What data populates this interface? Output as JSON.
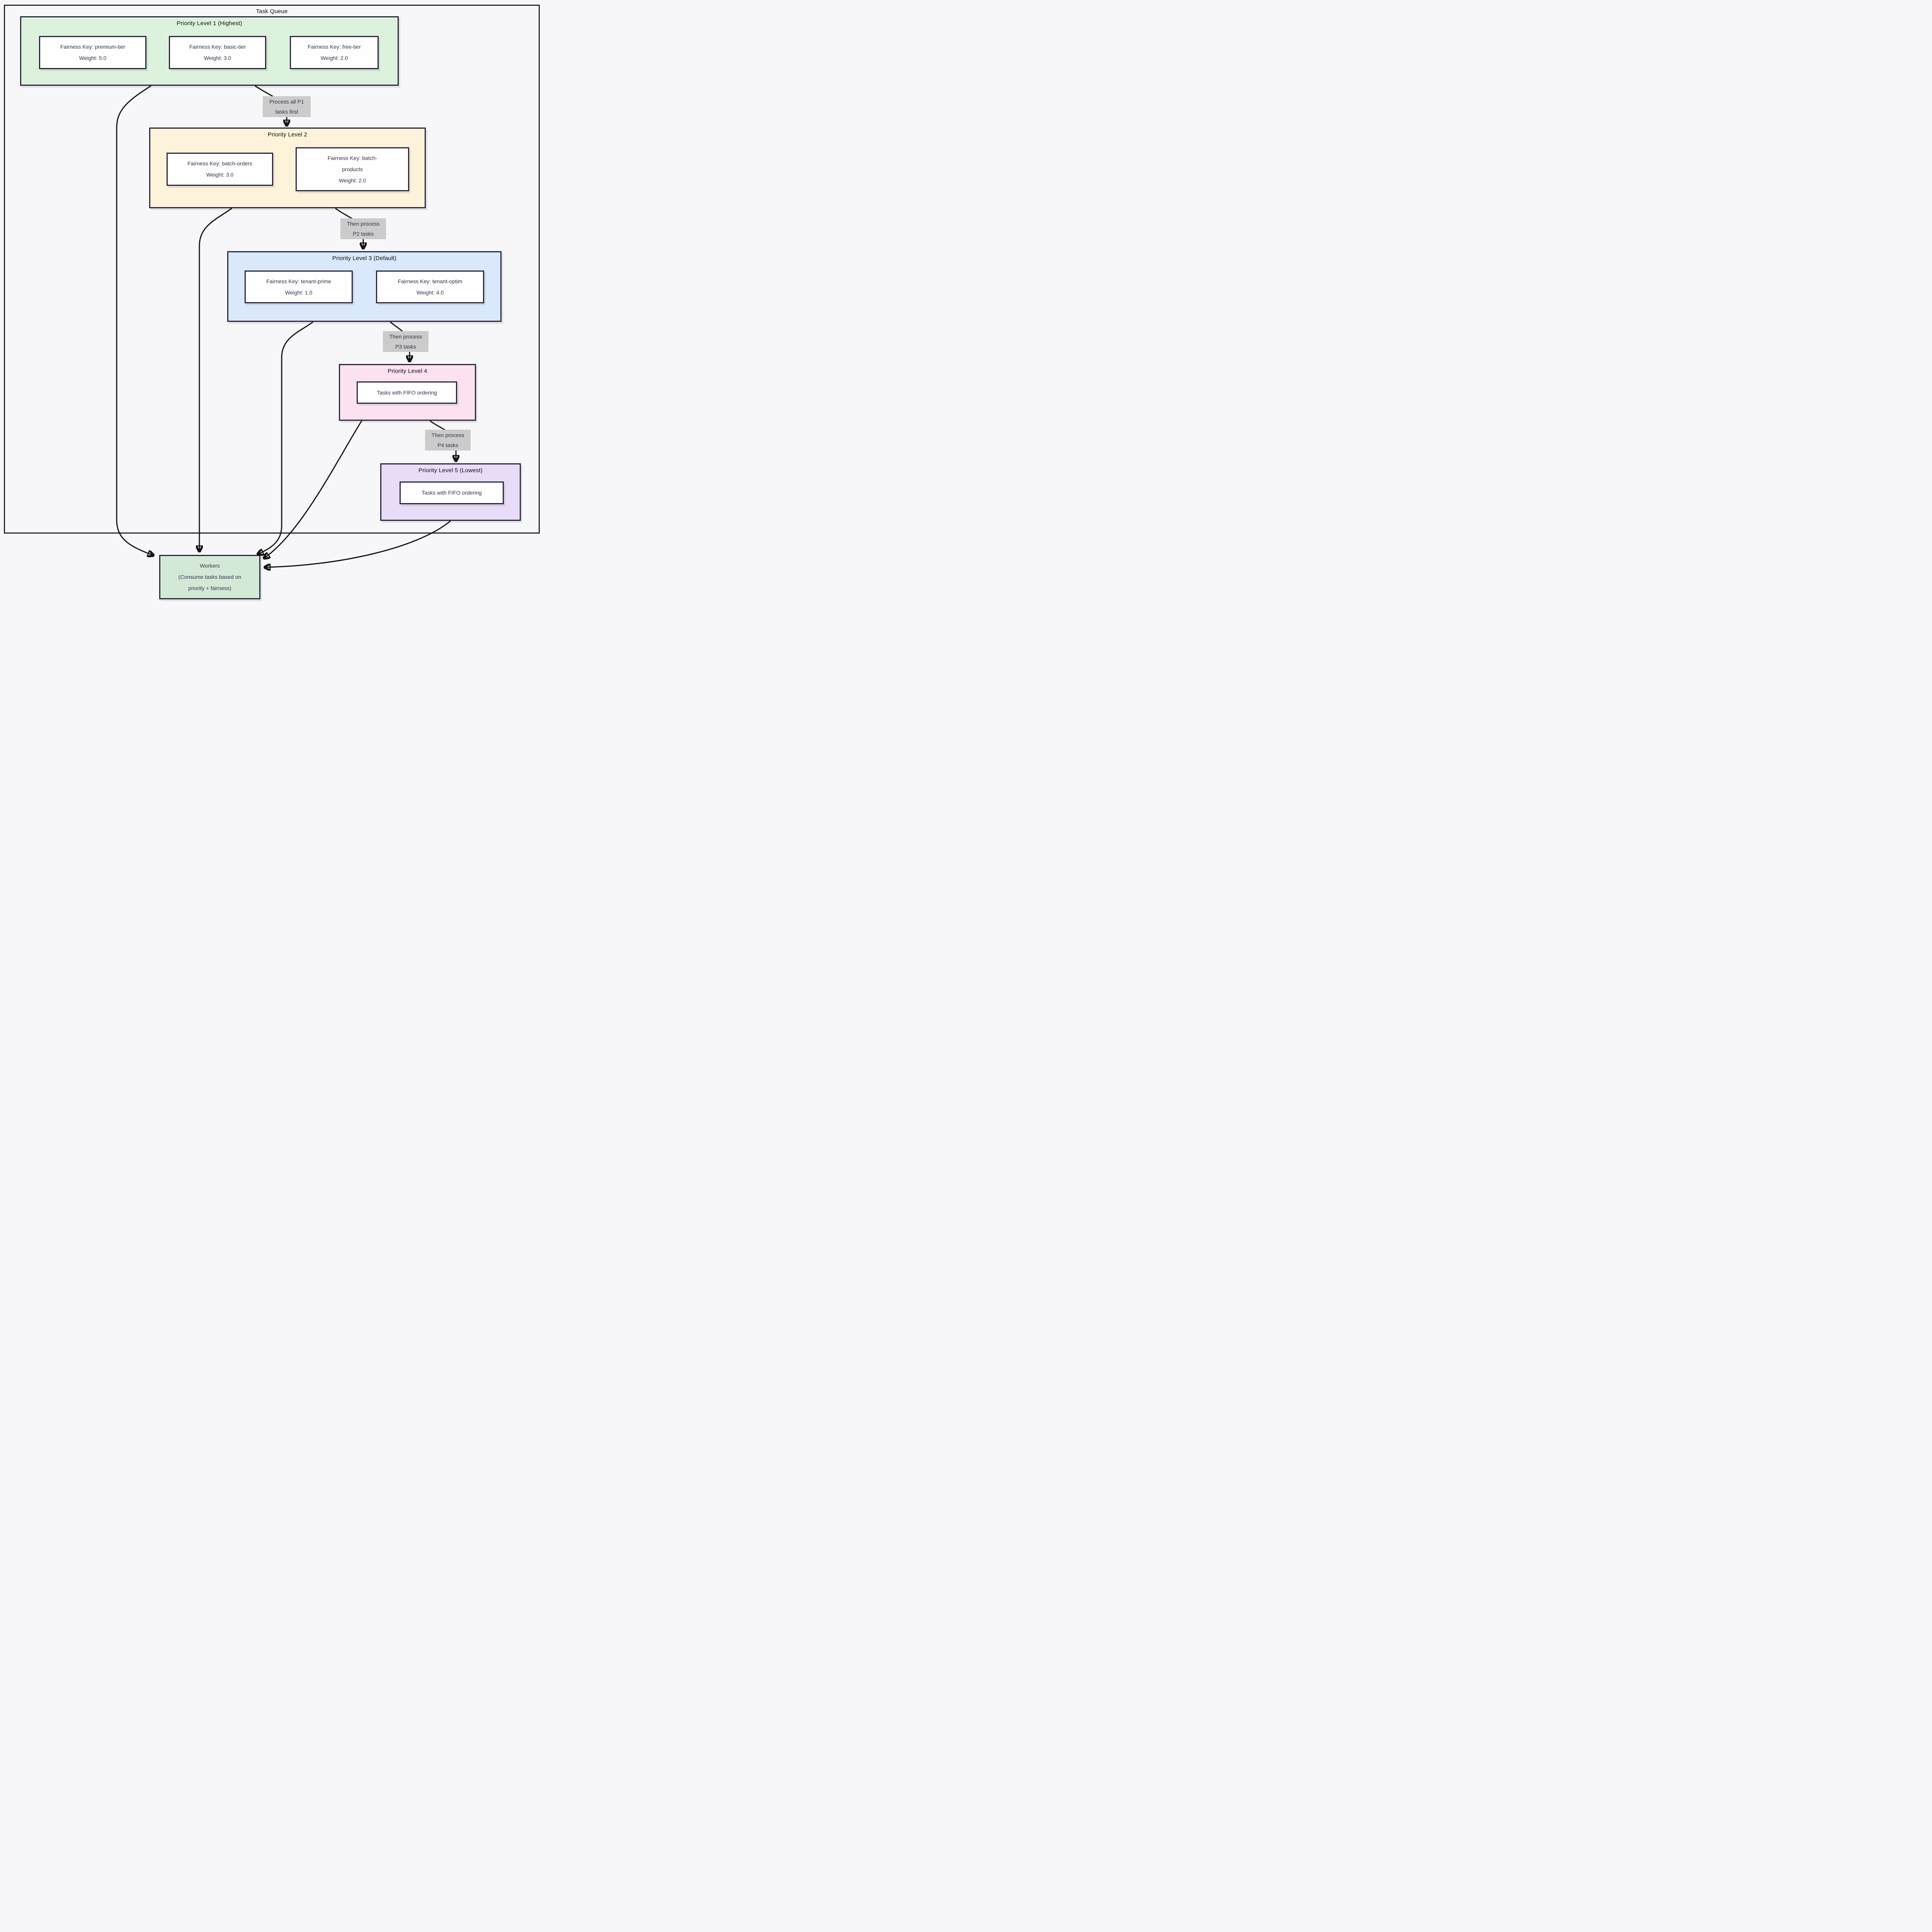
{
  "title": "Task Queue",
  "clusters": {
    "p1": {
      "title": "Priority Level 1 (Highest)"
    },
    "p2": {
      "title": "Priority Level 2"
    },
    "p3": {
      "title": "Priority Level 3 (Default)"
    },
    "p4": {
      "title": "Priority Level 4"
    },
    "p5": {
      "title": "Priority Level 5 (Lowest)"
    }
  },
  "nodes": {
    "premium": {
      "line1": "Fairness Key: premium-tier",
      "line2": "Weight: 5.0"
    },
    "basic": {
      "line1": "Fairness Key: basic-tier",
      "line2": "Weight: 3.0"
    },
    "free": {
      "line1": "Fairness Key: free-tier",
      "line2": "Weight: 2.0"
    },
    "batch_orders": {
      "line1": "Fairness Key: batch-orders",
      "line2": "Weight: 3.0"
    },
    "batch_products": {
      "line1": "Fairness Key: batch-",
      "line2": "products",
      "line3": "Weight: 2.0"
    },
    "tenant_prime": {
      "line1": "Fairness Key: tenant-prime",
      "line2": "Weight: 1.0"
    },
    "tenant_optim": {
      "line1": "Fairness Key: tenant-optim",
      "line2": "Weight: 4.0"
    },
    "p4_fifo": {
      "line1": "Tasks with FIFO ordering"
    },
    "p5_fifo": {
      "line1": "Tasks with FIFO ordering"
    },
    "workers": {
      "line1": "Workers",
      "line2": "(Consume tasks based on",
      "line3": "priority + fairness)"
    }
  },
  "edge_labels": {
    "p1_p2": {
      "line1": "Process all P1",
      "line2": "tasks first"
    },
    "p2_p3": {
      "line1": "Then process",
      "line2": "P2 tasks"
    },
    "p3_p4": {
      "line1": "Then process",
      "line2": "P3 tasks"
    },
    "p4_p5": {
      "line1": "Then process",
      "line2": "P4 tasks"
    }
  },
  "colors": {
    "canvas_bg": "#f7f7f9",
    "border": "#27273c",
    "node_fill": "#fefefe",
    "text": "#33334e",
    "title_color": "#0d0d0d",
    "edge": "#141414",
    "label_bg": "#cbcbcb",
    "p1_fill": "#ddf2dd",
    "p2_fill": "#fdf2da",
    "p3_fill": "#d9e8fa",
    "p4_fill": "#fce1ef",
    "p5_fill": "#e9dcf7",
    "workers_fill": "#d3e9d6"
  }
}
